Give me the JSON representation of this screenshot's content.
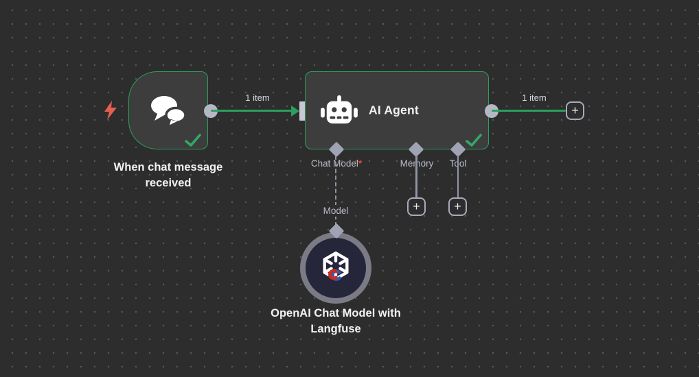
{
  "canvas": {
    "background": "#2d2d2d",
    "dot_color": "#585858"
  },
  "colors": {
    "node_fill": "#3d3d3d",
    "success_green": "#2d9e5f",
    "check_green": "#33a968",
    "connector_gray": "#b5b7c4",
    "line_gray": "#9094a6",
    "sub_label_gray": "#babcc7",
    "required_red": "#e04a3f",
    "bolt_orange": "#e4604f",
    "model_ring_gray": "#7b7b85",
    "model_fill_navy": "#26263b",
    "langfuse_red": "#cc2b22",
    "langfuse_blue": "#2f5bb5"
  },
  "trigger_node": {
    "label": "When chat message received",
    "icon": "chat-bubbles-icon",
    "status": "success"
  },
  "agent_node": {
    "title": "AI Agent",
    "icon": "robot-icon",
    "status": "success",
    "sub_inputs": [
      {
        "label": "Chat Model",
        "required_marker": "*"
      },
      {
        "label": "Memory"
      },
      {
        "label": "Tool"
      }
    ]
  },
  "model_node": {
    "label": "OpenAI Chat Model with Langfuse",
    "icon": "openai-icon",
    "link_label": "Model"
  },
  "connections": {
    "trigger_to_agent_label": "1 item",
    "agent_output_label": "1 item"
  },
  "buttons": {
    "plus": "+"
  }
}
